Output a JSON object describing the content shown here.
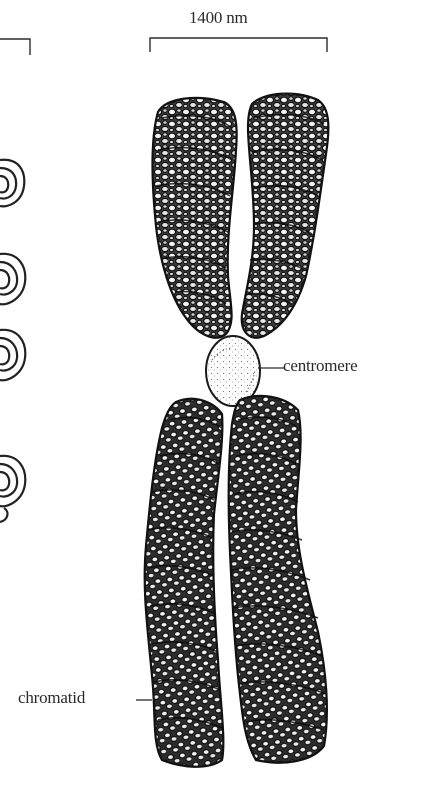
{
  "labels": {
    "scale": "1400 nm",
    "centromere": "centromere",
    "chromatid": "chromatid"
  },
  "colors": {
    "ink": "#1e1e1e",
    "background": "#ffffff"
  }
}
